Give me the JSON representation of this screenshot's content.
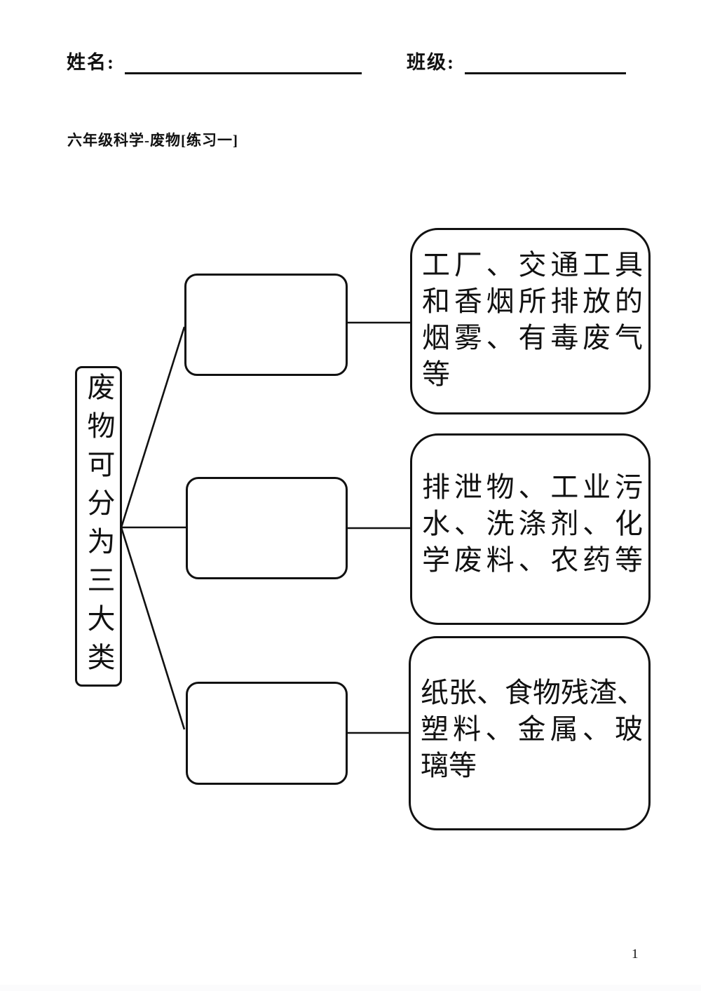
{
  "colors": {
    "ink": "#111111",
    "background": "#ffffff"
  },
  "header": {
    "name_label": "姓名:",
    "class_label": "班级:"
  },
  "title": "六年级科学-废物[练习一]",
  "diagram": {
    "root": {
      "text": "废物可分为三大类"
    },
    "branches": [
      {
        "description": "工厂、交通工具和香烟所排放的烟雾、有毒废气等",
        "lines": [
          "工厂、交通工具",
          "和香烟所排放的",
          "烟雾、有毒废气",
          "等"
        ]
      },
      {
        "description": "排泄物、工业污水、洗涤剂、化学废料、农药等",
        "lines": [
          "排泄物、工业污",
          "水、洗涤剂、化",
          "学废料、农药等"
        ]
      },
      {
        "description": "纸张、食物残渣、塑料、金属、玻璃等",
        "lines": [
          "纸张、食物残渣、",
          "塑料、金属、玻",
          "璃等"
        ]
      }
    ]
  },
  "footer": {
    "page_number": "1"
  }
}
